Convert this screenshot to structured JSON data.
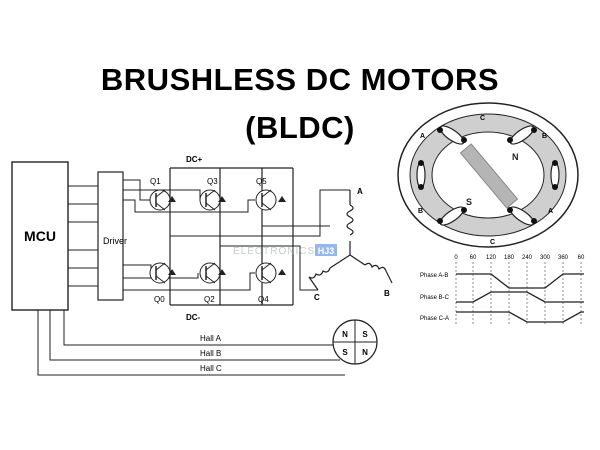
{
  "title": {
    "line1": "BRUSHLESS DC MOTORS",
    "line2": "(BLDC)"
  },
  "circuit": {
    "mcu_label": "MCU",
    "driver_label": "Driver",
    "dc_plus": "DC+",
    "dc_minus": "DC-",
    "transistors": [
      "Q1",
      "Q3",
      "Q5",
      "Q0",
      "Q2",
      "Q4"
    ],
    "windings": [
      "A",
      "B",
      "C"
    ],
    "hall_sensors": [
      "Hall A",
      "Hall B",
      "Hall C"
    ],
    "sensor_magnet": [
      "N",
      "S",
      "S",
      "N"
    ]
  },
  "watermark": {
    "text": "ELECTRONICS",
    "suffix": "HJ3"
  },
  "motor": {
    "rotor_north": "N",
    "rotor_south": "S",
    "coil_labels": [
      "C",
      "B",
      "A",
      "C",
      "B",
      "A"
    ]
  },
  "timing": {
    "angles": [
      "0",
      "60",
      "120",
      "180",
      "240",
      "300",
      "360",
      "60"
    ],
    "phases": [
      "Phase A-B",
      "Phase B-C",
      "Phase C-A"
    ]
  }
}
